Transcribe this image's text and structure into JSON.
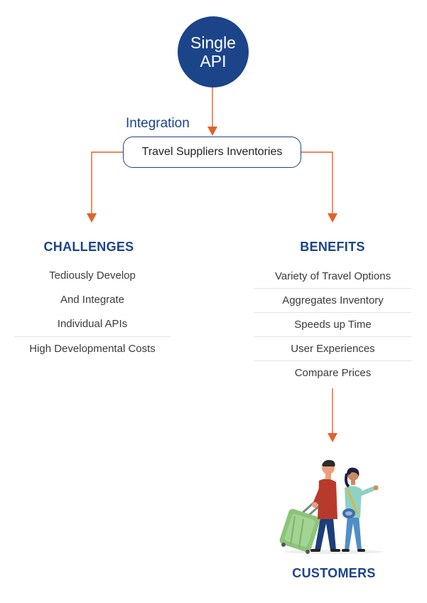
{
  "colors": {
    "primary": "#1c4489",
    "arrow": "#e3612a",
    "text": "#3a3a3a",
    "divider": "#e2e2e2"
  },
  "root": {
    "line1": "Single",
    "line2": "API"
  },
  "integration_label": "Integration",
  "inventory_label": "Travel Suppliers Inventories",
  "challenges": {
    "heading": "CHALLENGES",
    "items": [
      "Tediously Develop",
      "And Integrate",
      "Individual APIs",
      "High Developmental Costs"
    ]
  },
  "benefits": {
    "heading": "BENEFITS",
    "items": [
      "Variety of Travel Options",
      "Aggregates Inventory",
      "Speeds up Time",
      "User Experiences",
      "Compare Prices"
    ]
  },
  "customers_label": "CUSTOMERS",
  "illustration": "travelers-with-luggage"
}
